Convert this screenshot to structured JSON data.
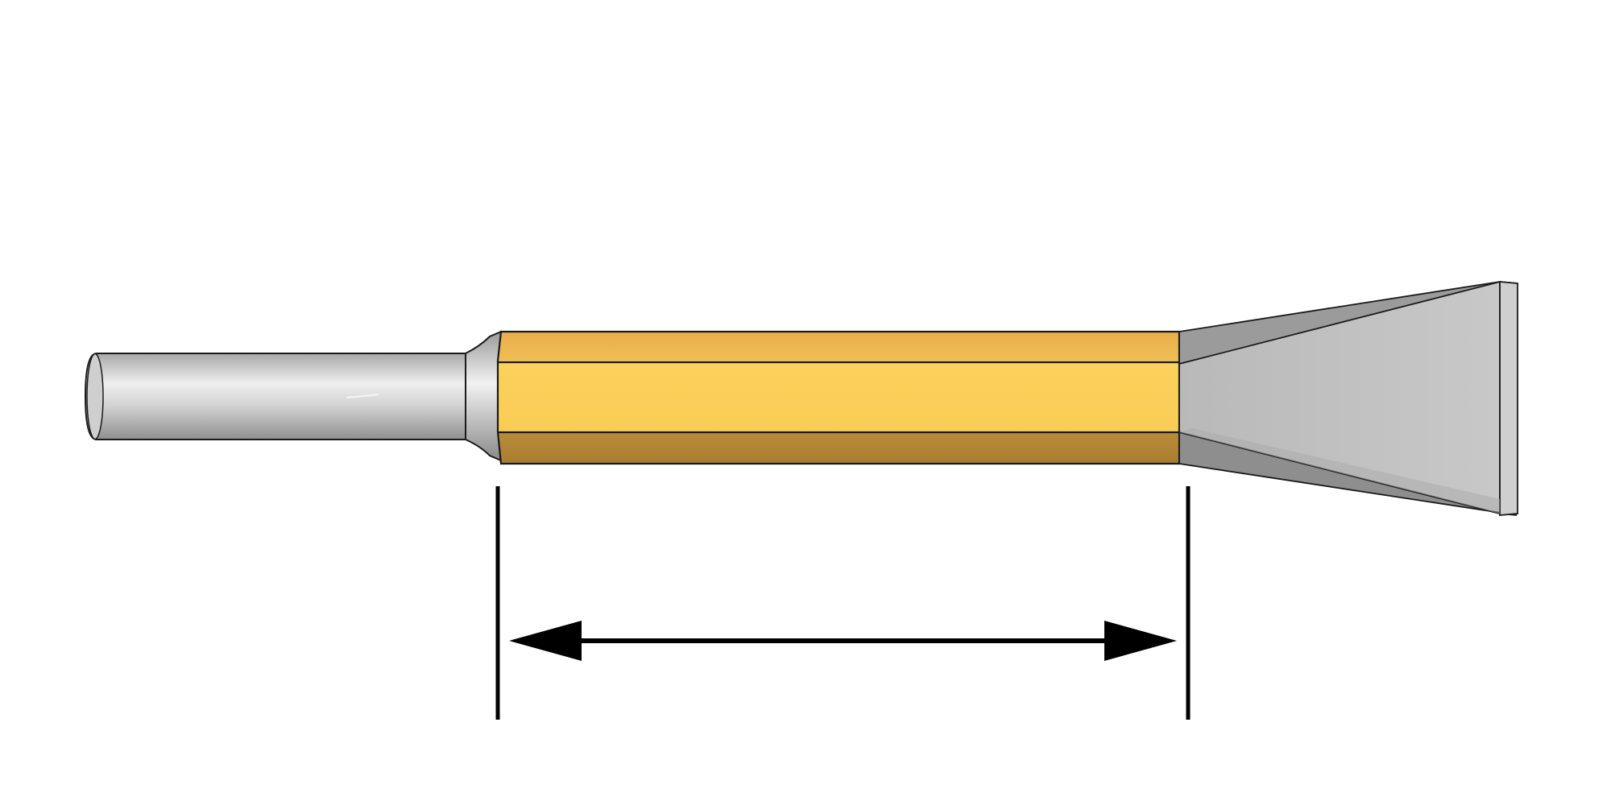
{
  "diagram": {
    "subject": "chisel-tool",
    "parts": [
      "shank",
      "neck",
      "hex-body",
      "blade"
    ],
    "dimension": {
      "measures": "hex-body-length",
      "label": ""
    }
  },
  "colors": {
    "background": "#ffffff",
    "steel_light": "#e6e6e6",
    "steel_mid": "#bdbdbd",
    "steel_dark": "#8a8a8a",
    "hex_top": "#eab44f",
    "hex_mid": "#fbd35a",
    "hex_bottom": "#b58837",
    "outline": "#1a1a1a",
    "dimension_line": "#000000"
  }
}
